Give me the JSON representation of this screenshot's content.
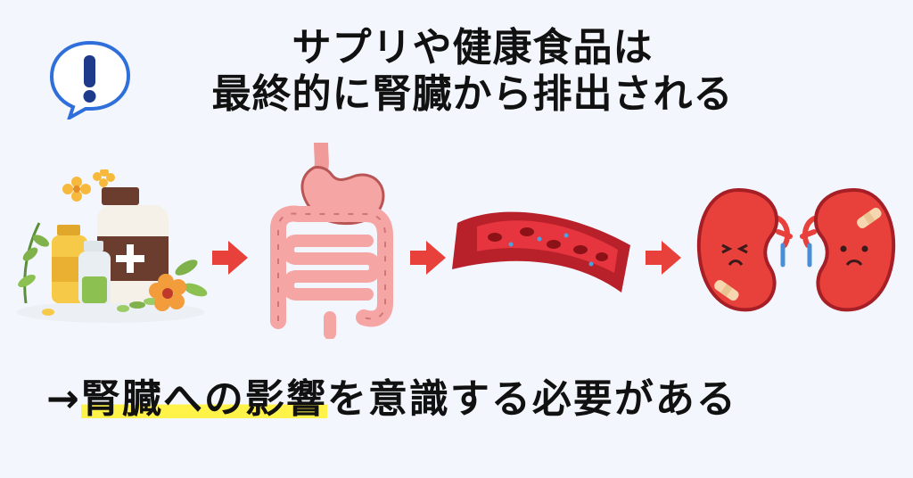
{
  "title": {
    "line1": "サプリや健康食品は",
    "line2": "最終的に腎臓から排出される"
  },
  "icons": {
    "alert": "exclamation-speech-bubble-icon",
    "supplements": "supplement-bottles-and-herbs-illustration",
    "digestive": "stomach-and-intestines-illustration",
    "blood": "blood-vessel-illustration",
    "kidneys": "sick-kidneys-illustration",
    "arrow": "right-arrow-icon"
  },
  "colors": {
    "background": "#f3f7fd",
    "arrow": "#e8413b",
    "highlight": "#fff34a",
    "bubble_stroke": "#2f6fdb",
    "bubble_mark": "#1e3a8a"
  },
  "conclusion": {
    "prefix": "→",
    "highlighted": "腎臓への影響",
    "rest": "を意識する必要がある"
  }
}
